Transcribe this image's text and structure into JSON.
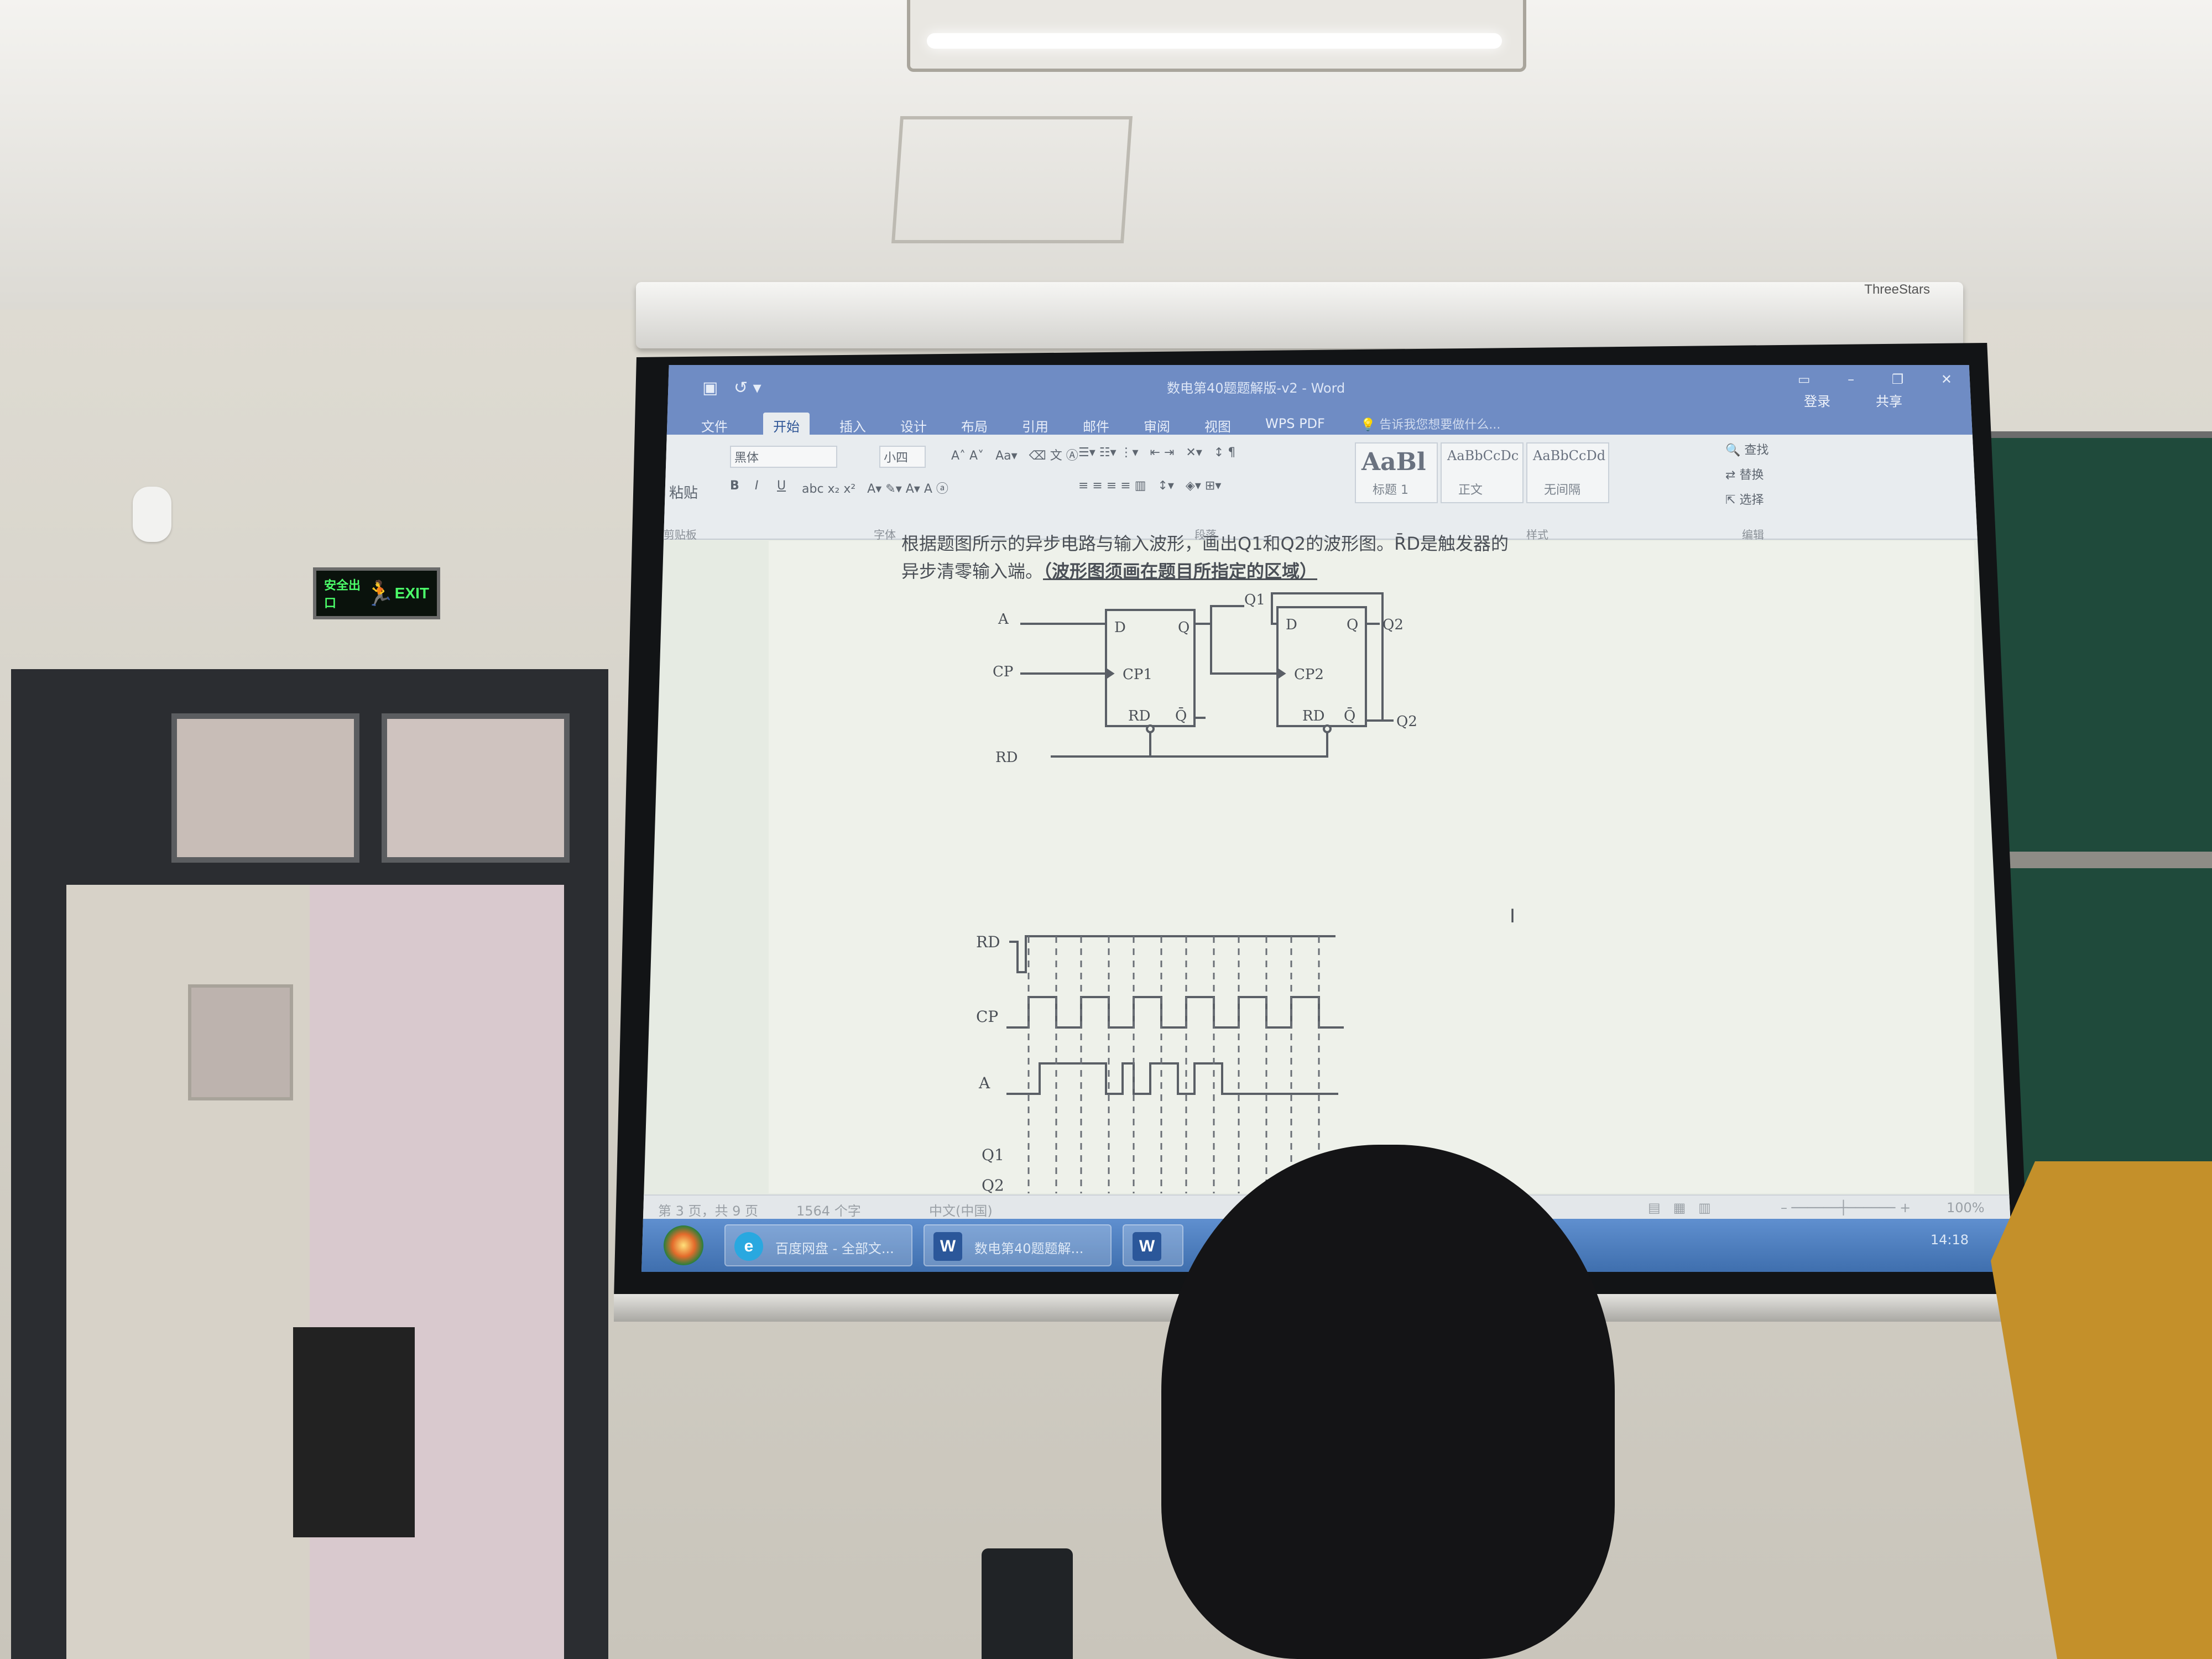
{
  "room": {
    "exit_sign": {
      "cn": "安全出口",
      "en": "EXIT"
    },
    "screen_brand": "ThreeStars"
  },
  "word": {
    "title": "数电第40题题解版-v2 - Word",
    "login": "登录",
    "share": "共享",
    "tabs": [
      "文件",
      "开始",
      "插入",
      "设计",
      "布局",
      "引用",
      "邮件",
      "审阅",
      "视图",
      "WPS PDF"
    ],
    "active_tab": "开始",
    "tell_me": "告诉我您想要做什么...",
    "ribbon": {
      "paste": "粘贴",
      "clipboard_label": "剪贴板",
      "font_name": "黑体",
      "font_size": "小四",
      "font_label": "字体",
      "paragraph_label": "段落",
      "styles_label": "样式",
      "editing_label": "编辑",
      "styles": [
        {
          "sample": "AaBl",
          "name": "标题 1"
        },
        {
          "sample": "AaBbCcDc",
          "name": "正文"
        },
        {
          "sample": "AaBbCcDd",
          "name": "无间隔"
        }
      ],
      "find": "查找",
      "replace": "替换",
      "select": "选择"
    },
    "document": {
      "line1": "根据题图所示的异步电路与输入波形，画出Q1和Q2的波形图。R̄D是触发器的",
      "line2_plain": "异步清零输入端。",
      "line2_bold": "（波形图须画在题目所指定的区域）",
      "circuit_labels": {
        "A": "A",
        "CP": "CP",
        "RD": "RD",
        "D": "D",
        "Q": "Q",
        "Qbar": "Q̄",
        "CP1": "CP1",
        "CP2": "CP2",
        "Q1": "Q1",
        "Q2": "Q2"
      },
      "wave_labels": [
        "RD",
        "CP",
        "A",
        "Q1",
        "Q2"
      ]
    },
    "status": {
      "page": "第 3 页，共 9 页",
      "words": "1564 个字",
      "language": "中文(中国)",
      "zoom": "100%"
    }
  },
  "taskbar": {
    "items": [
      {
        "icon": "e",
        "label": "百度网盘 - 全部文..."
      },
      {
        "icon": "W",
        "label": "数电第40题题解..."
      },
      {
        "icon": "W",
        "label": ""
      }
    ],
    "time": "14:18"
  }
}
